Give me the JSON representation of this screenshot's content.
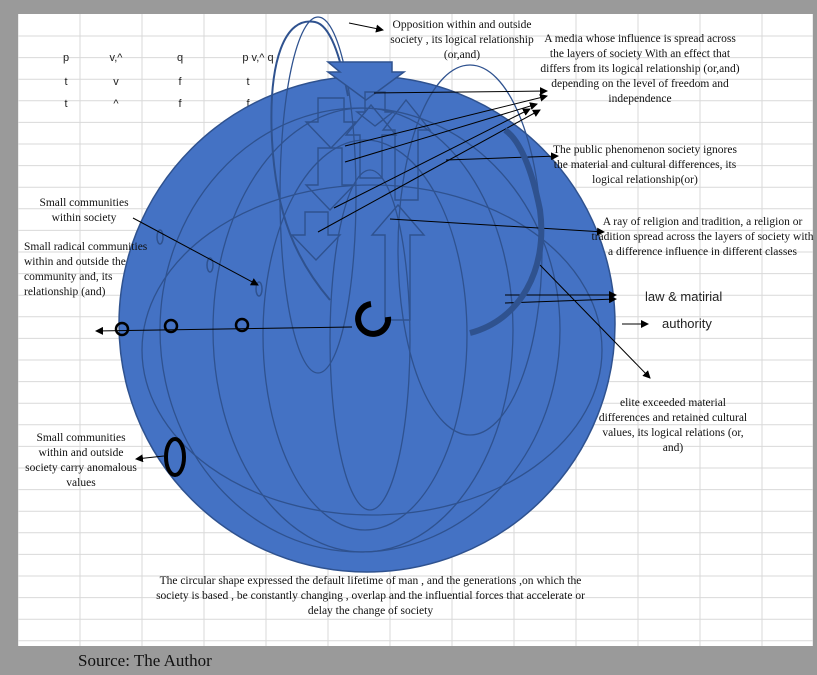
{
  "table": {
    "headers": [
      "p",
      "v,^",
      "q",
      "p v,^ q"
    ],
    "rows": [
      [
        "t",
        "v",
        "f",
        "t"
      ],
      [
        "t",
        "^",
        "f",
        "f"
      ]
    ]
  },
  "labels": {
    "opposition": "Opposition within and outside society , its logical relationship (or,and)",
    "media": "A media whose influence is spread across the layers of society With an effect that differs from its logical relationship (or,and) depending on the level of freedom and independence",
    "public": "The public phenomenon society ignores the material and cultural differences, its logical relationship(or)",
    "religion": "A ray of religion and tradition, a religion or tradition spread across the layers of society with a difference influence in different classes",
    "law": "law & matirial",
    "authority": "authority",
    "elite": "elite exceeded material differences and retained cultural values, its logical relations (or, and)",
    "small_communities": "Small communities within society",
    "radical": "Small radical communities within and outside the community and, its relationship (and)",
    "anomalous": "Small communities within and outside society carry anomalous values",
    "circular": "The circular shape expressed  the default lifetime of man , and the generations ,on which the society is based , be constantly changing , overlap and  the influential forces that accelerate or delay the change of society"
  },
  "source": "Source: The Author",
  "colors": {
    "sphere": "#4472c4",
    "sphere_outline": "#2f528f",
    "frame": "#9a9a9a",
    "grid": "#d9d9d9"
  }
}
